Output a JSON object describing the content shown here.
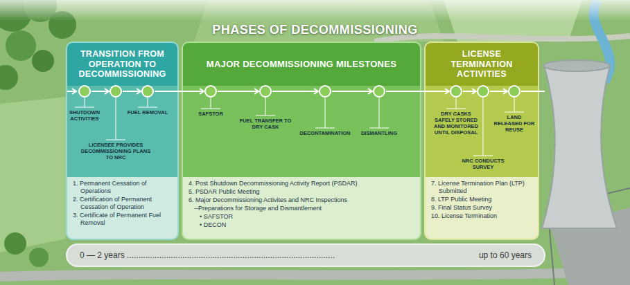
{
  "diagram": {
    "title": "PHASES OF DECOMMISSIONING",
    "nodes": [
      {
        "text": [
          "TRANSITION FROM OPERATION TO DECOMMISSIONING",
          "1. Permanent Cessation of Operations",
          "2. Certification of Permanent Cessation of Operation",
          "3. Certificate of Permanent Fuel Removal"
        ]
      },
      {
        "text": [
          "SHUTDOWN ACTIVITIES"
        ],
        "in": 0
      },
      {
        "text": [
          "LICENSEE PROVIDES DECOMMISSIONING PLANS TO NRC"
        ],
        "in": 0
      },
      {
        "text": [
          "FUEL REMOVAL"
        ],
        "in": 0
      },
      {
        "text": [
          "MAJOR DECOMMISSIONING MILESTONES",
          "4. Post Shutdown Decommissioning Activity Report (PSDAR)",
          "5. PSDAR Public Meeting",
          "6. Major Decommissioning Activites and NRC Inspections",
          "--Preparations for Storage and Dismantlement",
          "• SAFSTOR",
          "• DECON"
        ]
      },
      {
        "text": [
          "SAFSTOR"
        ],
        "in": 4
      },
      {
        "text": [
          "FUEL TRANSFER TO DRY CASK"
        ],
        "in": 4
      },
      {
        "text": [
          "DECONTAMINATION"
        ],
        "in": 4
      },
      {
        "text": [
          "DISMANTLING"
        ],
        "in": 4
      },
      {
        "text": [
          "LICENSE TERMINATION ACTIVITIES",
          "7. License Termination Plan (LTP) Submitted",
          "8. LTP Public Meeting",
          "9. Final Status Survey",
          "10. License Termination"
        ]
      },
      {
        "text": [
          "DRY CASKS SAFELY STORED AND MONITORED UNTIL DISPOSAL"
        ],
        "in": 9
      },
      {
        "text": [
          "NRC CONDUCTS SURVEY"
        ],
        "in": 9
      },
      {
        "text": [
          "LAND RELEASED FOR REUSE"
        ],
        "in": 9
      },
      {
        "text": [
          "0 — 2 years ..........................................................................................",
          "up to 60 years"
        ]
      }
    ],
    "edges": [
      {
        "from": 1,
        "to": 2,
        "arrow": "to"
      },
      {
        "from": 2,
        "to": 3,
        "arrow": "to"
      },
      {
        "from": 3,
        "to": 5,
        "arrow": "to"
      },
      {
        "from": 5,
        "to": 6,
        "arrow": "to"
      },
      {
        "from": 6,
        "to": 7,
        "arrow": "to"
      },
      {
        "from": 7,
        "to": 8,
        "arrow": "to"
      },
      {
        "from": 8,
        "to": 10,
        "arrow": "to"
      },
      {
        "from": 10,
        "to": 11,
        "arrow": "to"
      },
      {
        "from": 11,
        "to": 12,
        "arrow": "to"
      }
    ]
  }
}
